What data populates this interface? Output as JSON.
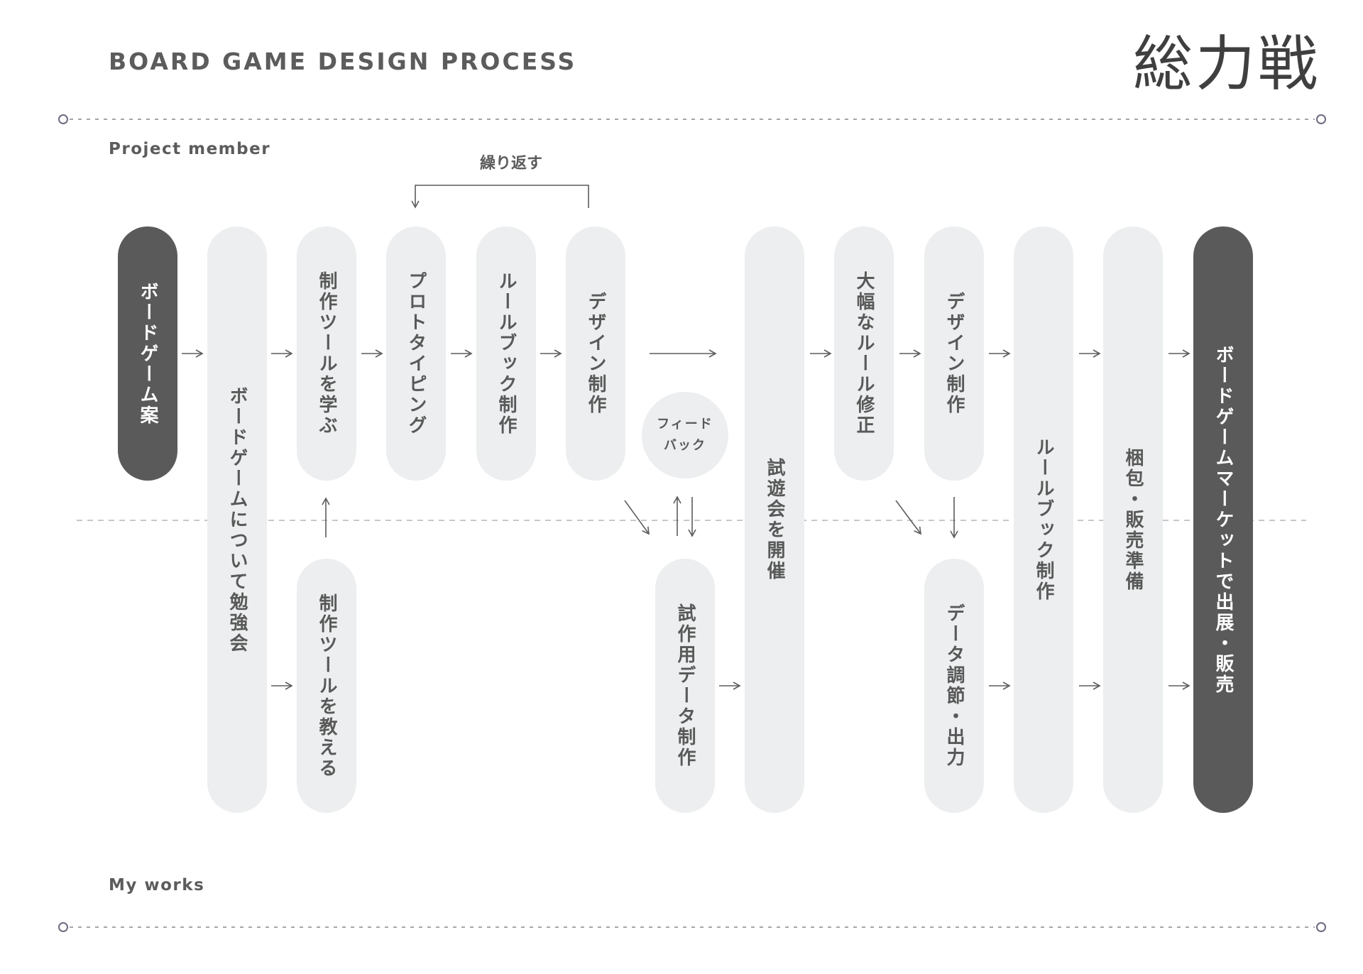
{
  "header": {
    "title": "BOARD GAME DESIGN PROCESS",
    "brand": "総力戦"
  },
  "lanes": {
    "top": "Project member",
    "bottom": "My works"
  },
  "repeat_label": "繰り返す",
  "feedback": {
    "line1": "フィード",
    "line2": "バック"
  },
  "steps": {
    "idea": "ボードゲーム案",
    "study": "ボードゲームについて勉強会",
    "learn_tools": "制作ツールを学ぶ",
    "teach_tools": "制作ツールを教える",
    "prototyping": "プロトタイピング",
    "rulebook_draft": "ルールブック制作",
    "design_draft": "デザイン制作",
    "test_data": "試作用データ制作",
    "playtest": "試遊会を開催",
    "major_revision": "大幅なルール修正",
    "design_final": "デザイン制作",
    "data_output": "データ調節・出力",
    "rulebook_final": "ルールブック制作",
    "packaging": "梱包・販売準備",
    "exhibit": "ボードゲームマーケットで出展・販売"
  },
  "colors": {
    "dark_pill": "#5a5a5a",
    "light_pill": "#eceeef",
    "text": "#595959",
    "line": "#5c5c5c",
    "divider": "#a4a4ad"
  }
}
